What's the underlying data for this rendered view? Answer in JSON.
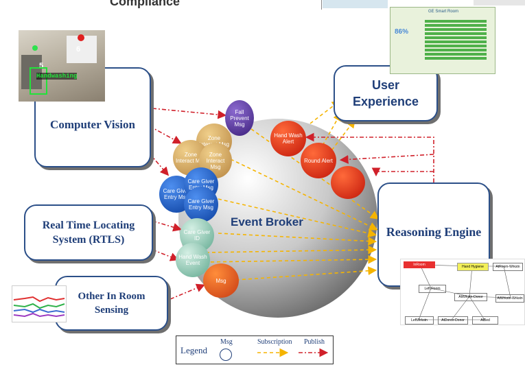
{
  "top_title": "Compliance",
  "nodes": {
    "computer_vision": "Computer Vision",
    "rtls": "Real Time Locating System (RTLS)",
    "other_sensing": "Other In Room Sensing",
    "user_experience": "User Experience",
    "reasoning_engine": "Reasoning Engine",
    "event_broker": "Event Broker"
  },
  "messages": {
    "fall_prevent": "Fall Prevent Msg",
    "zone_interact_1": "Zone Interact Msg",
    "zone_interact_2": "Zone Interact Msg",
    "zone_interact_3": "Zone Interact Msg",
    "caregiver_entry_1": "Care Giver Entry Msg",
    "caregiver_entry_2": "Care Giver Entry Msg",
    "caregiver_entry_3": "Care Giver Entry Msg",
    "caregiver_id": "Care Giver ID",
    "hand_wash_event": "Hand Wash Event",
    "msg": "Msg",
    "hand_wash_alert": "Hand Wash Alert",
    "round_alert": "Round Alert"
  },
  "camera_panel": {
    "label": "Handwashing",
    "marker_a": "5",
    "marker_b": "6"
  },
  "dashboard_panel": {
    "title": "GE Smart Room",
    "stat": "86%"
  },
  "graph_panel": {
    "node_a": "InRoom",
    "node_b": "Hand Hygiene",
    "node_c": "AtRoom-Wrkstn",
    "node_d": "Left Room",
    "node_e": "AtWrkstn-Donor",
    "node_f": "AtWrkstn-Wrkstn",
    "node_g": "LeftWrkstn",
    "node_h": "AtDonor-Donor",
    "node_i": "AtBed"
  },
  "legend": {
    "title": "Legend",
    "msg_label": "Msg",
    "subscription_label": "Subscription",
    "publish_label": "Publish"
  },
  "colors": {
    "node_text": "#1f3e78",
    "subscription": "#f5b400",
    "publish": "#d0202a"
  }
}
